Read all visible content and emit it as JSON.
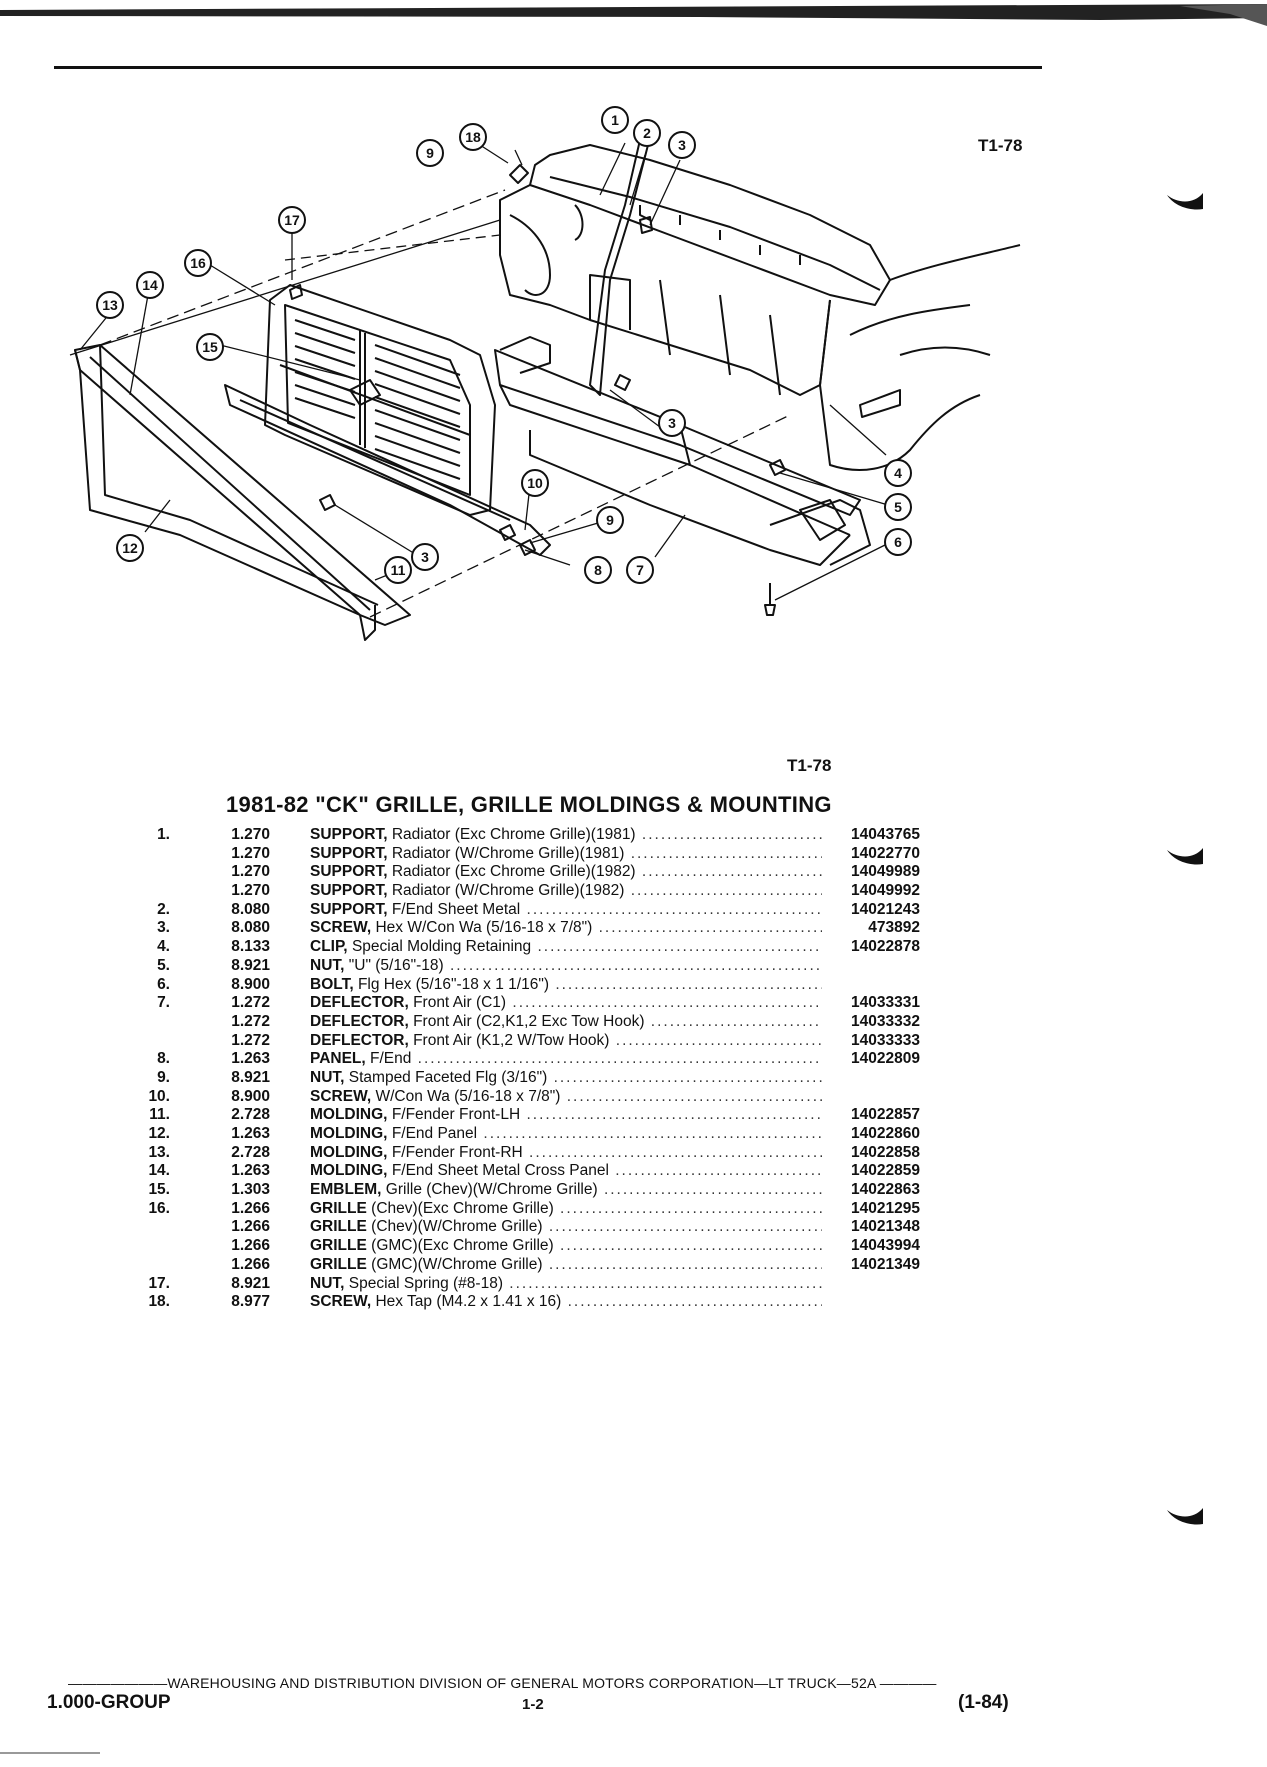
{
  "figure_code_top": "T1-78",
  "figure_code_bottom": "T1-78",
  "callouts": [
    "1",
    "2",
    "3",
    "4",
    "5",
    "6",
    "7",
    "8",
    "9",
    "10",
    "11",
    "12",
    "13",
    "14",
    "15",
    "16",
    "17",
    "18"
  ],
  "title": "1981-82 \"CK\" GRILLE, GRILLE MOLDINGS & MOUNTING",
  "parts": [
    {
      "num": "1.",
      "group": "1.270",
      "name": "SUPPORT,",
      "detail": "Radiator (Exc Chrome Grille)(1981)",
      "part_no": "14043765"
    },
    {
      "num": "",
      "group": "1.270",
      "name": "SUPPORT,",
      "detail": "Radiator (W/Chrome Grille)(1981)",
      "part_no": "14022770"
    },
    {
      "num": "",
      "group": "1.270",
      "name": "SUPPORT,",
      "detail": "Radiator (Exc Chrome Grille)(1982)",
      "part_no": "14049989"
    },
    {
      "num": "",
      "group": "1.270",
      "name": "SUPPORT,",
      "detail": "Radiator (W/Chrome Grille)(1982)",
      "part_no": "14049992"
    },
    {
      "num": "2.",
      "group": "8.080",
      "name": "SUPPORT,",
      "detail": "F/End Sheet Metal",
      "part_no": "14021243"
    },
    {
      "num": "3.",
      "group": "8.080",
      "name": "SCREW,",
      "detail": "Hex W/Con Wa (5/16-18 x 7/8\")",
      "part_no": "473892"
    },
    {
      "num": "4.",
      "group": "8.133",
      "name": "CLIP,",
      "detail": "Special Molding Retaining",
      "part_no": "14022878"
    },
    {
      "num": "5.",
      "group": "8.921",
      "name": "NUT,",
      "detail": "\"U\" (5/16\"-18)",
      "part_no": ""
    },
    {
      "num": "6.",
      "group": "8.900",
      "name": "BOLT,",
      "detail": "Flg Hex (5/16\"-18 x 1 1/16\")",
      "part_no": ""
    },
    {
      "num": "7.",
      "group": "1.272",
      "name": "DEFLECTOR,",
      "detail": "Front Air (C1)",
      "part_no": "14033331"
    },
    {
      "num": "",
      "group": "1.272",
      "name": "DEFLECTOR,",
      "detail": "Front Air (C2,K1,2 Exc Tow Hook)",
      "part_no": "14033332"
    },
    {
      "num": "",
      "group": "1.272",
      "name": "DEFLECTOR,",
      "detail": "Front Air (K1,2 W/Tow Hook)",
      "part_no": "14033333"
    },
    {
      "num": "8.",
      "group": "1.263",
      "name": "PANEL,",
      "detail": "F/End",
      "part_no": "14022809"
    },
    {
      "num": "9.",
      "group": "8.921",
      "name": "NUT,",
      "detail": "Stamped Faceted Flg (3/16\")",
      "part_no": ""
    },
    {
      "num": "10.",
      "group": "8.900",
      "name": "SCREW,",
      "detail": "W/Con Wa (5/16-18 x 7/8\")",
      "part_no": ""
    },
    {
      "num": "11.",
      "group": "2.728",
      "name": "MOLDING,",
      "detail": "F/Fender Front-LH",
      "part_no": "14022857"
    },
    {
      "num": "12.",
      "group": "1.263",
      "name": "MOLDING,",
      "detail": "F/End Panel",
      "part_no": "14022860"
    },
    {
      "num": "13.",
      "group": "2.728",
      "name": "MOLDING,",
      "detail": "F/Fender Front-RH",
      "part_no": "14022858"
    },
    {
      "num": "14.",
      "group": "1.263",
      "name": "MOLDING,",
      "detail": "F/End Sheet Metal Cross Panel",
      "part_no": "14022859"
    },
    {
      "num": "15.",
      "group": "1.303",
      "name": "EMBLEM,",
      "detail": "Grille (Chev)(W/Chrome Grille)",
      "part_no": "14022863"
    },
    {
      "num": "16.",
      "group": "1.266",
      "name": "GRILLE",
      "detail": "(Chev)(Exc Chrome Grille)",
      "part_no": "14021295"
    },
    {
      "num": "",
      "group": "1.266",
      "name": "GRILLE",
      "detail": "(Chev)(W/Chrome Grille)",
      "part_no": "14021348"
    },
    {
      "num": "",
      "group": "1.266",
      "name": "GRILLE",
      "detail": "(GMC)(Exc Chrome Grille)",
      "part_no": "14043994"
    },
    {
      "num": "",
      "group": "1.266",
      "name": "GRILLE",
      "detail": "(GMC)(W/Chrome Grille)",
      "part_no": "14021349"
    },
    {
      "num": "17.",
      "group": "8.921",
      "name": "NUT,",
      "detail": "Special Spring (#8-18)",
      "part_no": ""
    },
    {
      "num": "18.",
      "group": "8.977",
      "name": "SCREW,",
      "detail": "Hex Tap (M4.2 x 1.41 x 16)",
      "part_no": ""
    }
  ],
  "footer": {
    "line": "———————WAREHOUSING AND DISTRIBUTION DIVISION OF GENERAL MOTORS CORPORATION—LT TRUCK—52A ————",
    "group": "1.000-GROUP",
    "page": "1-2",
    "date": "(1-84)"
  }
}
